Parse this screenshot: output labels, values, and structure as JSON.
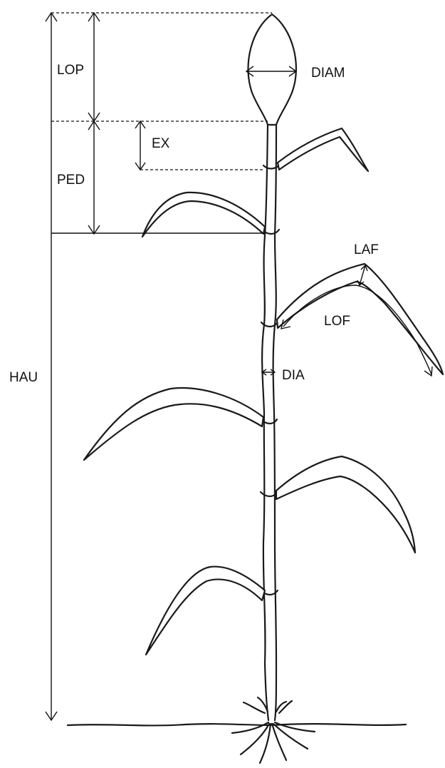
{
  "labels": {
    "lop": "LOP",
    "diam": "DIAM",
    "ex": "EX",
    "ped": "PED",
    "laf": "LAF",
    "lof": "LOF",
    "hau": "HAU",
    "dia": "DIA"
  },
  "colors": {
    "ink": "#1a1a1a",
    "background": "#ffffff"
  }
}
